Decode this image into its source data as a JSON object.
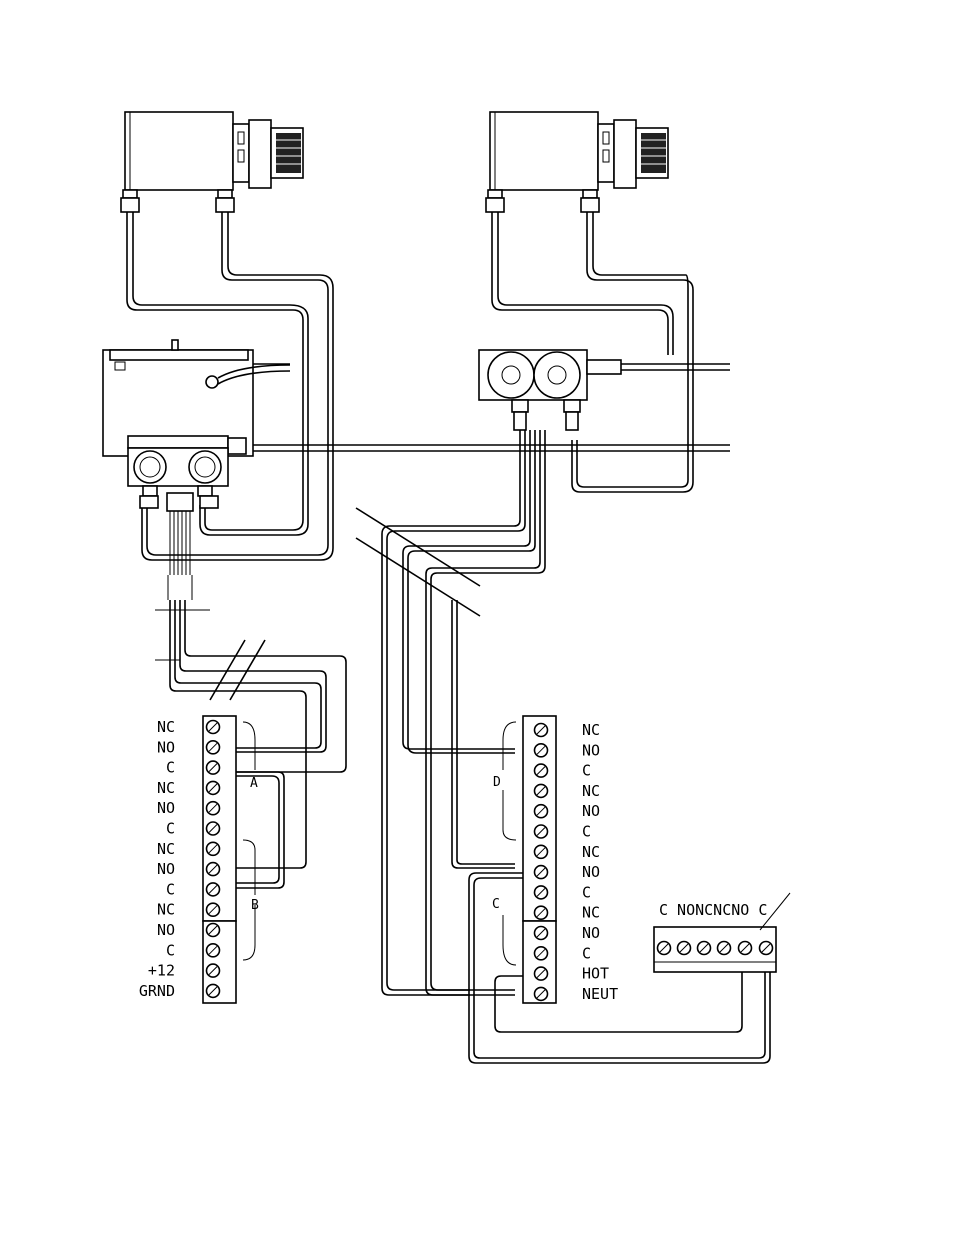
{
  "left_block": {
    "labels": [
      "NC",
      "NO",
      "C",
      "NC",
      "NO",
      "C",
      "NC",
      "NO",
      "C",
      "NC",
      "NO",
      "C",
      "+12",
      "GRND"
    ],
    "group_a": "A",
    "group_b": "B"
  },
  "right_block": {
    "labels": [
      "NC",
      "NO",
      "C",
      "NC",
      "NO",
      "C",
      "NC",
      "NO",
      "C",
      "NC",
      "NO",
      "C",
      "HOT",
      "NEUT"
    ],
    "group_c": "C",
    "group_d": "D"
  },
  "small_block": {
    "header": "C NONCNCNO C"
  }
}
